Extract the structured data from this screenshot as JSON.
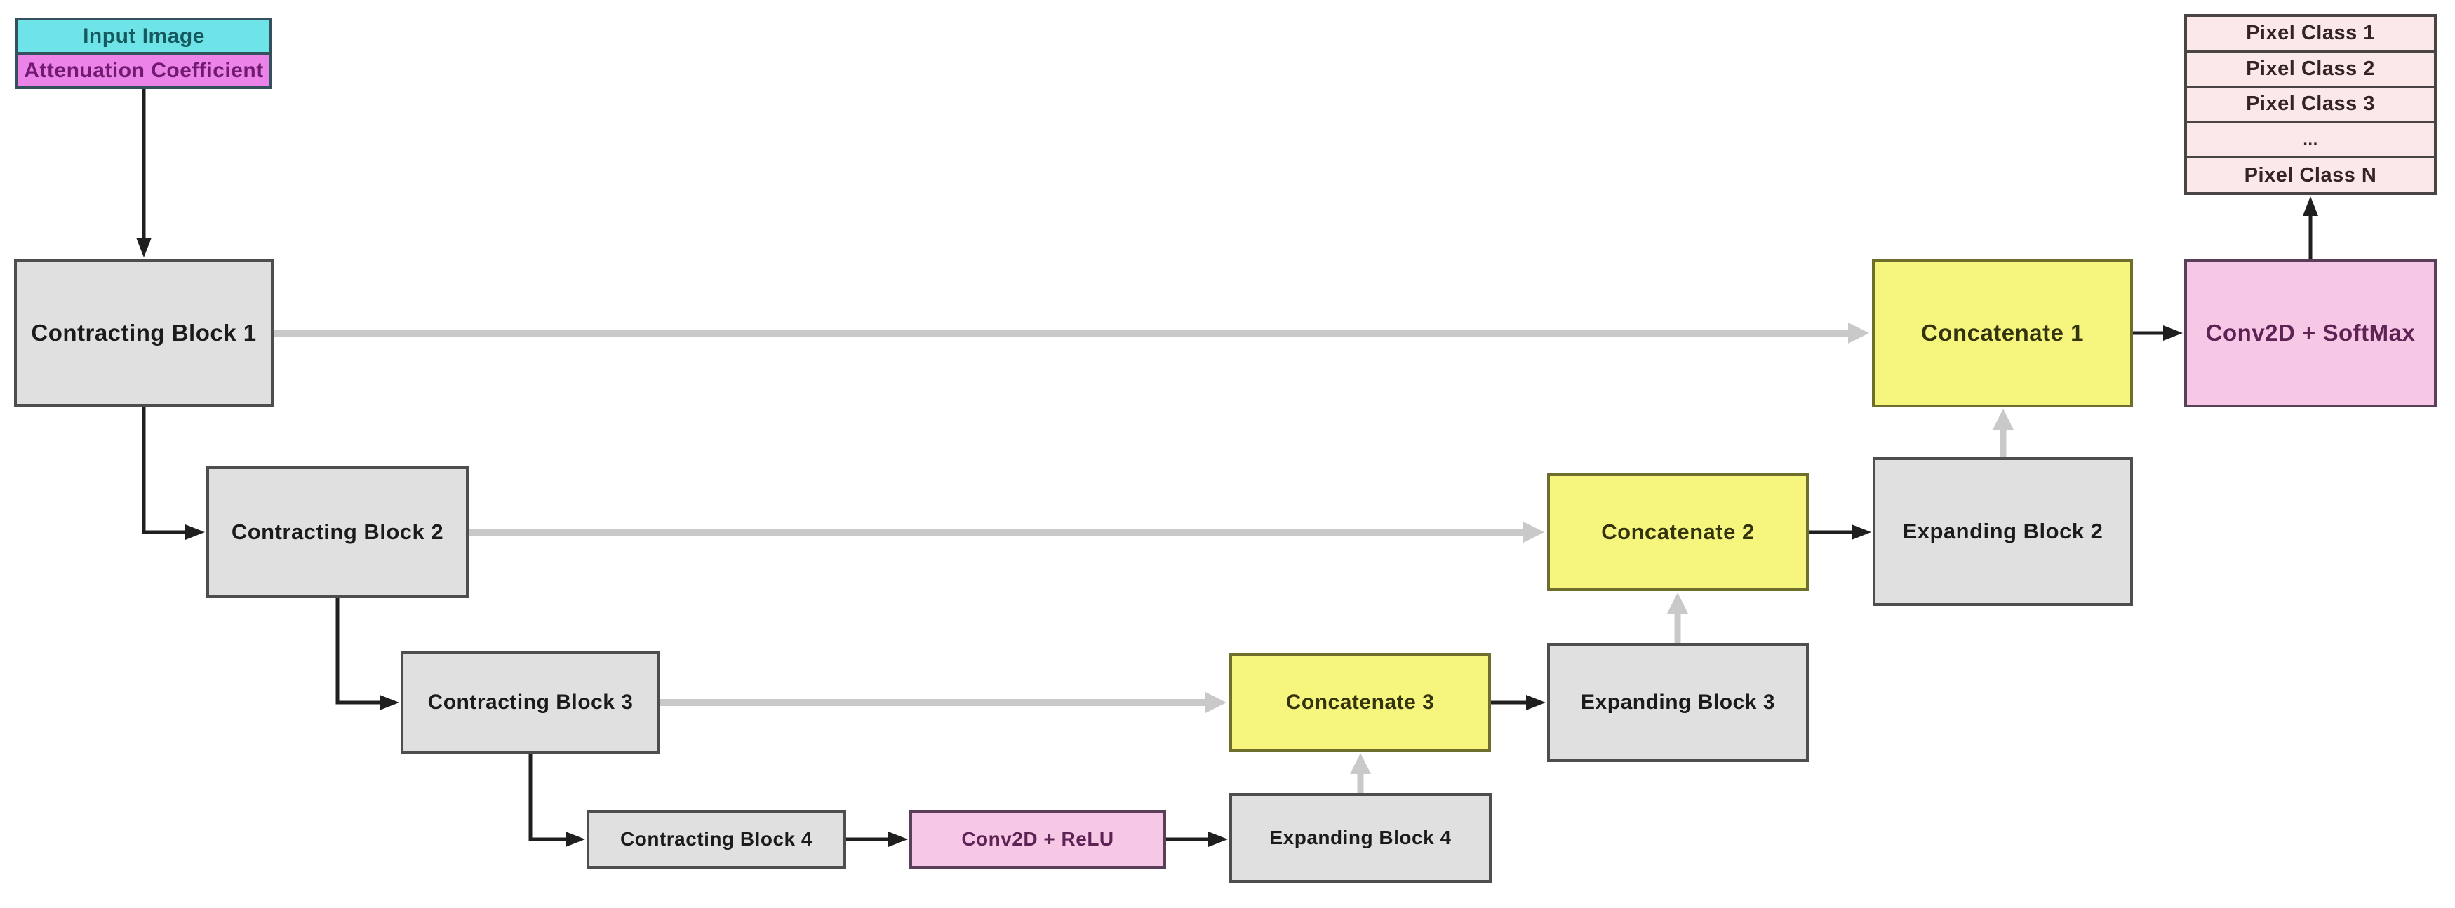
{
  "colors": {
    "page_bg": "#ffffff",
    "gray_fill": "#e0e0e0",
    "gray_border": "#4e4e4e",
    "gray_text": "#1b1b1b",
    "yellow_fill": "#f6f67e",
    "yellow_border": "#6f6f2d",
    "yellow_text": "#33330e",
    "pink_fill": "#f7c8e6",
    "pink_border": "#5a3f5a",
    "pink_text": "#5e2355",
    "cyan_fill": "#6ee4e8",
    "cyan_text": "#155a5e",
    "magenta_fill": "#ec83e9",
    "magenta_text": "#701a70",
    "io_border": "#33505c",
    "stack_fill": "#fae9e8",
    "stack_border": "#4a4444",
    "stack_text": "#332525",
    "edge_dark": "#1f1f1f",
    "edge_light": "#c9c9c9"
  },
  "nodes": {
    "input_image": {
      "label": "Input Image"
    },
    "attenuation_coefficient": {
      "label": "Attenuation Coefficient"
    },
    "contracting_block_1": {
      "label": "Contracting Block 1"
    },
    "contracting_block_2": {
      "label": "Contracting Block 2"
    },
    "contracting_block_3": {
      "label": "Contracting Block 3"
    },
    "contracting_block_4": {
      "label": "Contracting Block 4"
    },
    "conv2d_relu": {
      "label": "Conv2D + ReLU"
    },
    "expanding_block_4": {
      "label": "Expanding Block 4"
    },
    "expanding_block_3": {
      "label": "Expanding Block 3"
    },
    "expanding_block_2": {
      "label": "Expanding Block 2"
    },
    "concatenate_3": {
      "label": "Concatenate 3"
    },
    "concatenate_2": {
      "label": "Concatenate 2"
    },
    "concatenate_1": {
      "label": "Concatenate 1"
    },
    "conv2d_softmax": {
      "label": "Conv2D + SoftMax"
    },
    "pixel_stack": {
      "rows": [
        "Pixel Class 1",
        "Pixel Class 2",
        "Pixel Class 3",
        "...",
        "Pixel Class N"
      ]
    }
  }
}
